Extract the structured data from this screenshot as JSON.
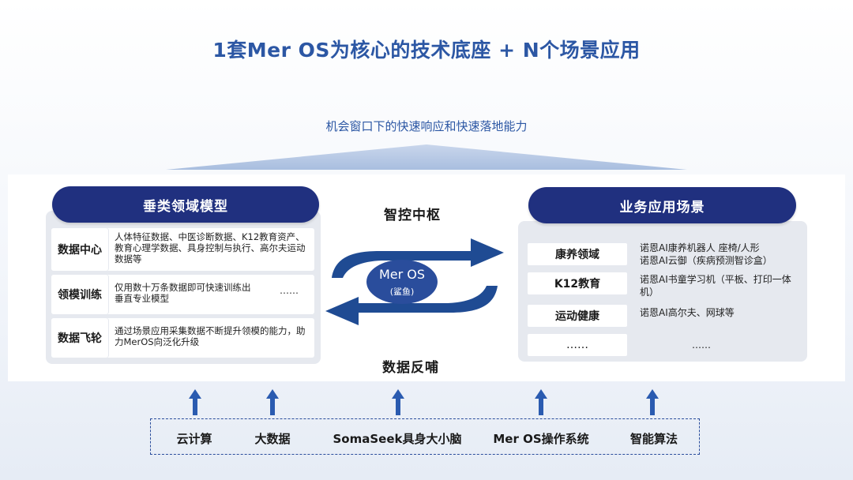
{
  "title": "1套Mer OS为核心的技术底座 + N个场景应用",
  "subtitle": "机会窗口下的快速响应和快速落地能力",
  "left": {
    "header": "垂类领域模型",
    "rows": [
      {
        "label": "数据中心",
        "desc": "人体特征数据、中医诊断数据、K12教育资产、教育心理学数据、具身控制与执行、高尔夫运动数据等"
      },
      {
        "label": "领模训练",
        "desc": "仅用数十万条数据即可快速训练出垂直专业模型",
        "extra": "……"
      },
      {
        "label": "数据飞轮",
        "desc": "通过场景应用采集数据不断提升领模的能力，助力MerOS向泛化升级"
      }
    ]
  },
  "center": {
    "top_label": "智控中枢",
    "bottom_label": "数据反哺",
    "core_title": "Mer OS",
    "core_sub": "(鲨鱼)"
  },
  "right": {
    "header": "业务应用场景",
    "rows": [
      {
        "label": "康养领域",
        "desc": "诺恩AI康养机器人 座椅/人形\n诺恩AI云御（疾病预测智诊盒）"
      },
      {
        "label": "K12教育",
        "desc": "诺恩AI书童学习机（平板、打印一体机）"
      },
      {
        "label": "运动健康",
        "desc": "诺恩AI高尔夫、网球等"
      },
      {
        "label": "……",
        "desc": "……"
      }
    ]
  },
  "foundation": [
    "云计算",
    "大数据",
    "SomaSeek具身大小脑",
    "Mer OS操作系统",
    "智能算法"
  ],
  "colors": {
    "navy": "#20307f",
    "blue": "#2c57a4",
    "arrow": "#1f4b93",
    "panel": "#e6e9ef"
  }
}
